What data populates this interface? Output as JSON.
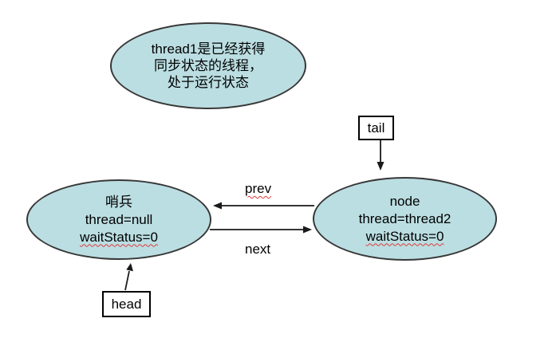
{
  "diagram": {
    "note": {
      "lines": [
        "thread1是已经获得",
        "同步状态的线程，",
        "处于运行状态"
      ]
    },
    "nodes": {
      "sentinel": {
        "title": "哨兵",
        "thread": "thread=null",
        "waitStatus": "waitStatus=0"
      },
      "node2": {
        "title": "node",
        "thread": "thread=thread2",
        "waitStatus": "waitStatus=0"
      }
    },
    "pointers": {
      "tail": "tail",
      "head": "head"
    },
    "edges": {
      "prev": "prev",
      "next": "next"
    }
  },
  "colors": {
    "node_fill": "#bbdee2",
    "node_border": "#383838",
    "box_border": "#000000",
    "arrow": "#1a1a1a",
    "text": "#000000",
    "spellcheck_underline": "#e03a3a",
    "background": "#ffffff"
  }
}
